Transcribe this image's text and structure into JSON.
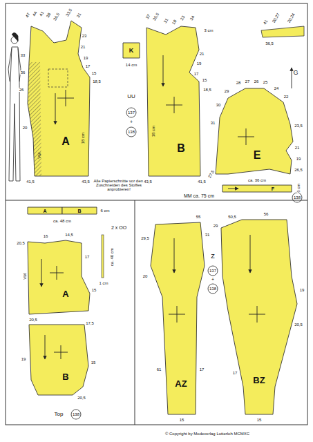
{
  "diagram": {
    "caption": "© Copyright by Modeverlag Lutterloh MCMXC",
    "nodes": [
      {
        "text": [
          "A"
        ]
      },
      {
        "text": [
          "K"
        ]
      },
      {
        "text": [
          "B"
        ]
      },
      {
        "text": [
          "E"
        ]
      },
      {
        "text": [
          "F"
        ]
      },
      {
        "text": [
          "A"
        ]
      },
      {
        "text": [
          "B"
        ]
      },
      {
        "text": [
          "A"
        ]
      },
      {
        "text": [
          "B"
        ]
      },
      {
        "text": [
          "AZ"
        ]
      },
      {
        "text": [
          "BZ"
        ]
      }
    ],
    "labels": [
      "47",
      "44",
      "41",
      "38",
      "36,5",
      "33,5",
      "31",
      "23",
      "21",
      "19",
      "17",
      "15",
      "18,5",
      "33",
      "36",
      "26",
      "20",
      "VM",
      "18 cm",
      "41,5",
      "43,5",
      "14 cm",
      "UU",
      "137",
      "+",
      "138",
      "Alle Papierschnitte vor dem Zuschneiden des Stoffes anprobieren!",
      "37",
      "35,5",
      "31",
      "18",
      "23",
      "34",
      "3 cm",
      "21",
      "19",
      "17",
      "15",
      "18,5",
      "18 cm",
      "43,5",
      "41,5",
      "G",
      "31",
      "30",
      "29",
      "28",
      "27",
      "26",
      "25",
      "24",
      "22",
      "23,5",
      "21",
      "19",
      "26,5",
      "27,5",
      "41",
      "30,27",
      "20,24",
      "36,5",
      "ca. 36 cm",
      "MM ca. 75 cm",
      "6 cm",
      "138",
      "ca. 48 cm",
      "6 cm",
      "2 x OO",
      "ca. 40 cm",
      "1 cm",
      "20,5",
      "16",
      "14,5",
      "17",
      "15",
      "20,5",
      "VM",
      "17,5",
      "15",
      "20,5",
      "19",
      "Top",
      "138",
      "55",
      "29,5",
      "20",
      "31",
      "61",
      "17",
      "15",
      "56",
      "50,5",
      "29",
      "19",
      "20,5",
      "17",
      "15",
      "Z",
      "137",
      "+",
      "138"
    ]
  }
}
